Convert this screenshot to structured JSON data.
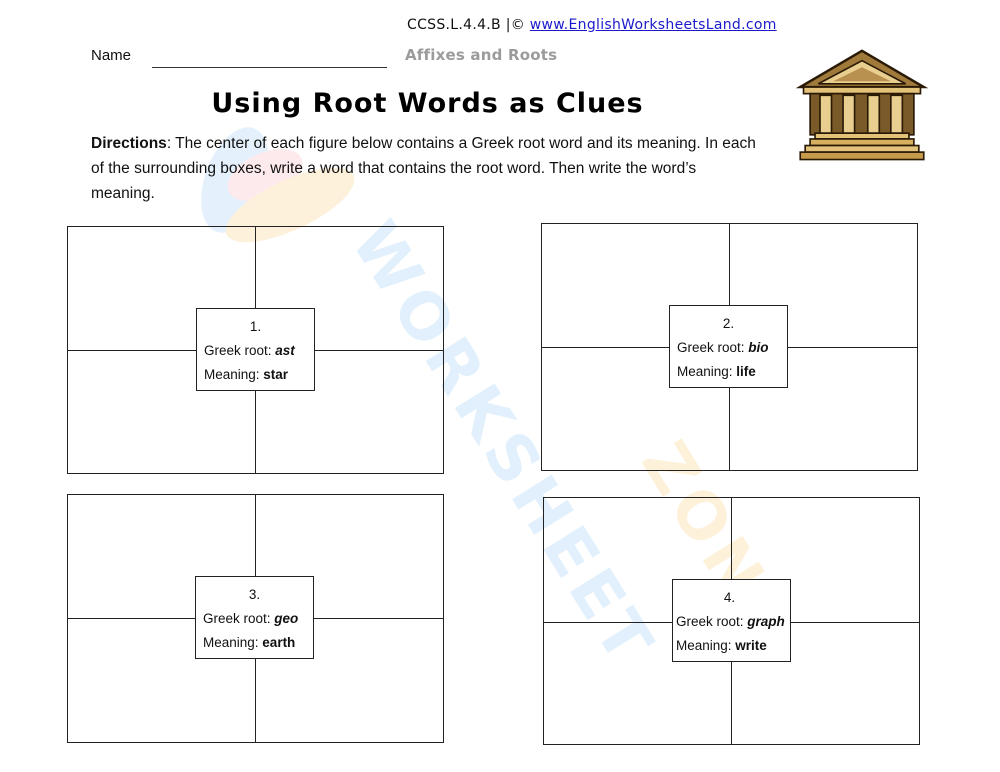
{
  "header": {
    "standard": "CCSS.L.4.4.B",
    "separator": " |© ",
    "site_link": "www.EnglishWorksheetsLand.com",
    "name_label": "Name",
    "subject": "Affixes and Roots"
  },
  "title": "Using Root Words as Clues",
  "directions": {
    "label": "Directions",
    "text": ": The center of each figure below contains a Greek root word and its meaning. In each of the surrounding boxes, write a word that contains the root word. Then write the word’s meaning."
  },
  "icons": {
    "temple": "greek-temple-icon"
  },
  "watermark": "WORKSHEETZONE",
  "figures": [
    {
      "number": "1.",
      "root_label": "Greek root: ",
      "root": "ast",
      "meaning_label": "Meaning: ",
      "meaning": "star"
    },
    {
      "number": "2.",
      "root_label": "Greek root: ",
      "root": "bio",
      "meaning_label": "Meaning: ",
      "meaning": "life"
    },
    {
      "number": "3.",
      "root_label": "Greek root: ",
      "root": "geo",
      "meaning_label": "Meaning: ",
      "meaning": "earth"
    },
    {
      "number": "4.",
      "root_label": "Greek root: ",
      "root": "graph",
      "meaning_label": "Meaning: ",
      "meaning": "write"
    }
  ],
  "colors": {
    "link": "#1a1acc",
    "subject": "#9b9b9b",
    "watermark_blue": "#cfe6fb",
    "watermark_orange": "#fde6bf",
    "watermark_pink": "#fbd9dd"
  }
}
